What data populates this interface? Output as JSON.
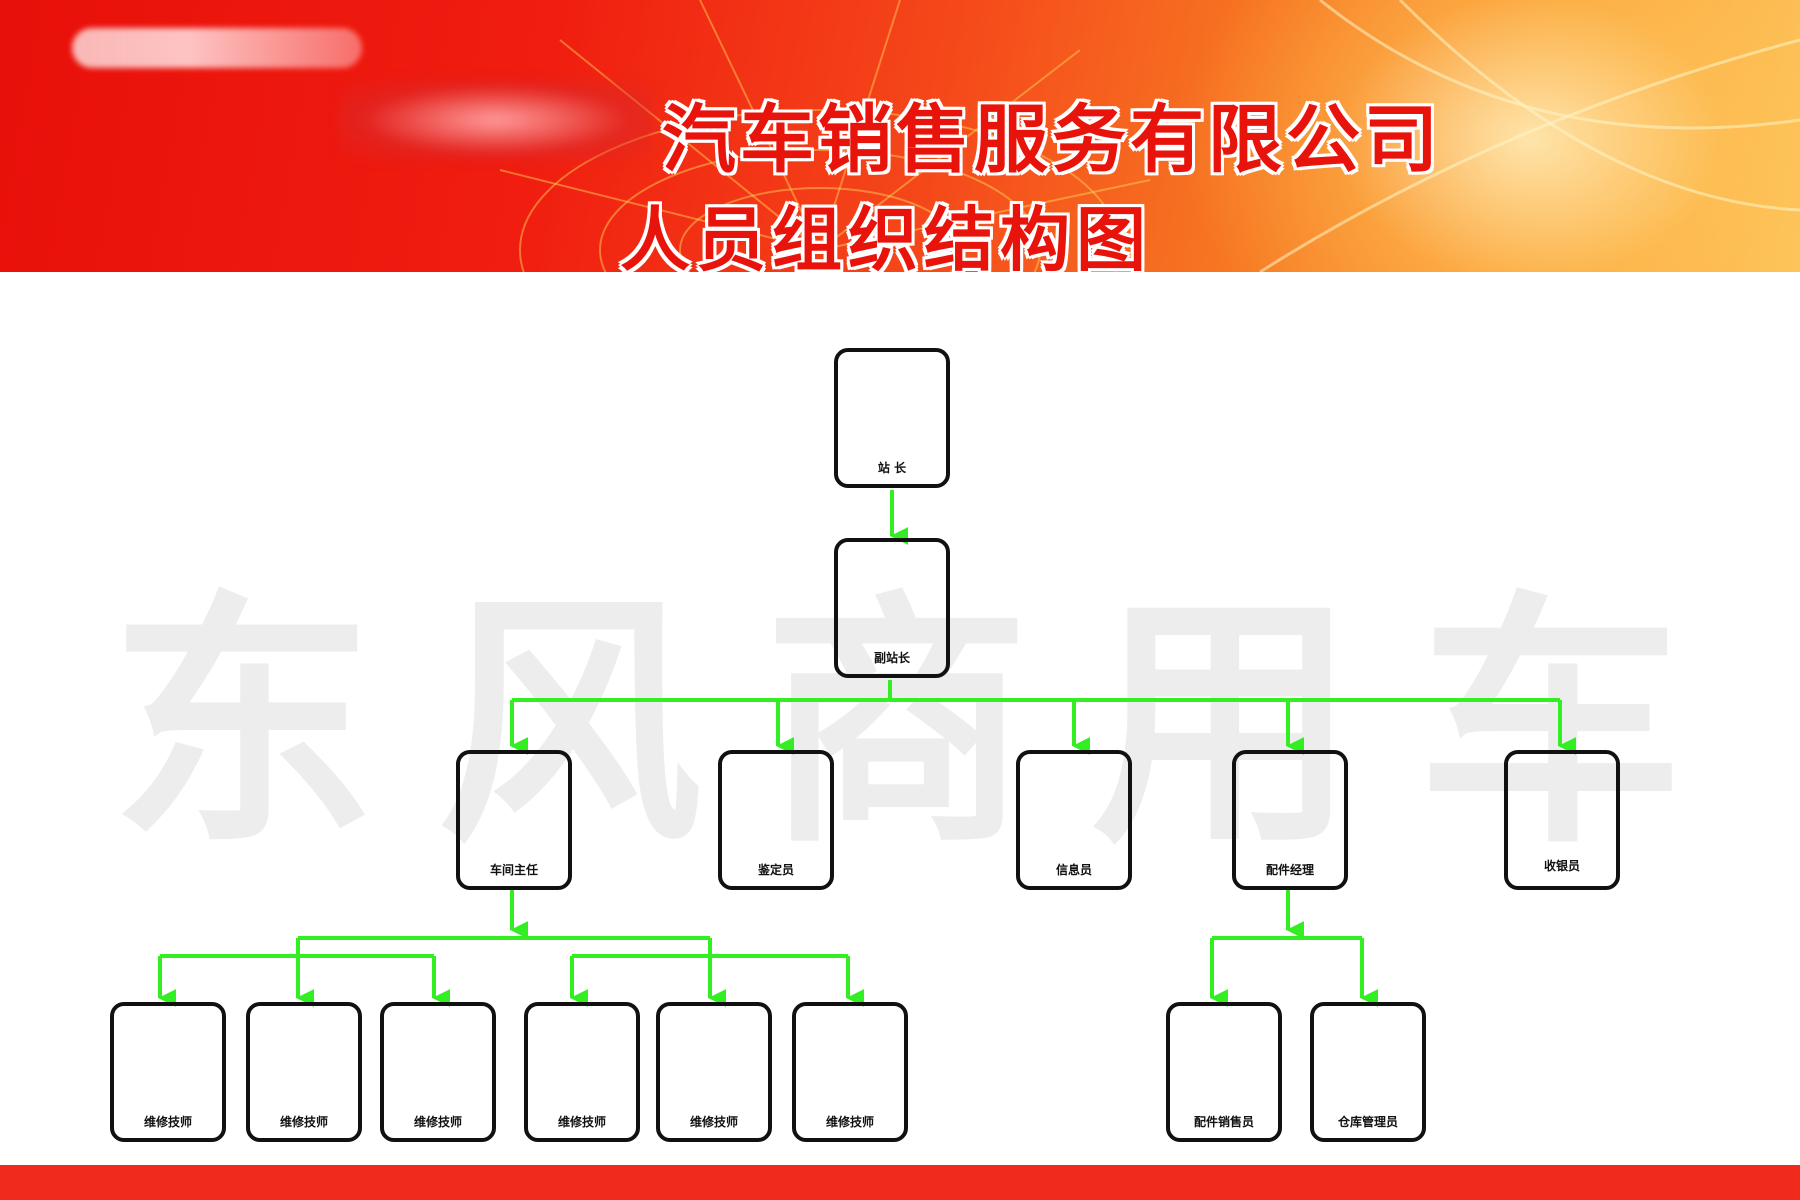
{
  "header": {
    "company_name": "汽车销售服务有限公司",
    "chart_title": "人员组织结构图"
  },
  "watermark": "东风商用车",
  "colors": {
    "connector": "#33ee22",
    "node_border": "#111111",
    "banner_red": "#e8140c",
    "footer_red": "#f02b1c"
  },
  "org": {
    "station_manager": "站 长",
    "deputy_manager": "副站长",
    "workshop_director": "车间主任",
    "appraiser": "鉴定员",
    "info_clerk": "信息员",
    "parts_manager": "配件经理",
    "cashier": "收银员",
    "technicians": [
      "维修技师",
      "维修技师",
      "维修技师",
      "维修技师",
      "维修技师",
      "维修技师"
    ],
    "parts_sales": "配件销售员",
    "warehouse_keeper": "仓库管理员"
  }
}
